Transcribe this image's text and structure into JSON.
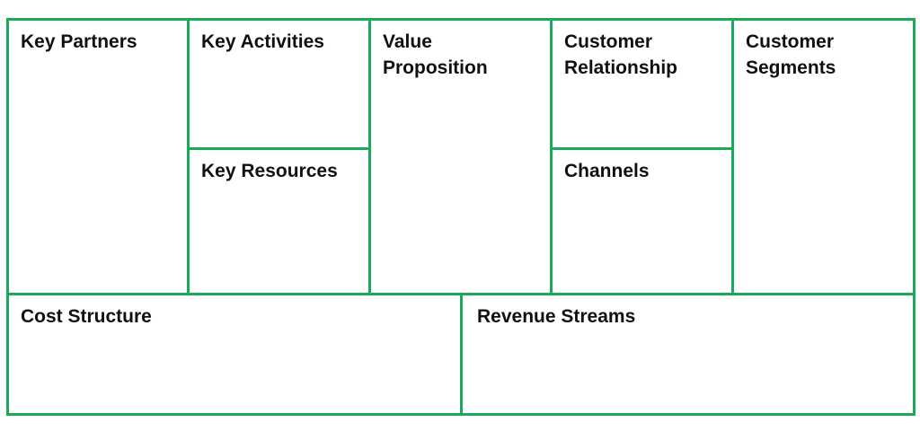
{
  "canvas": {
    "accent_color": "#1aab5a",
    "key_partners": "Key Partners",
    "key_activities": "Key Activities",
    "key_resources": "Key Resources",
    "value_proposition": "Value\nProposition",
    "customer_relationship": "Customer\nRelationship",
    "channels": "Channels",
    "customer_segments": "Customer\nSegments",
    "cost_structure": "Cost Structure",
    "revenue_streams": "Revenue Streams"
  }
}
